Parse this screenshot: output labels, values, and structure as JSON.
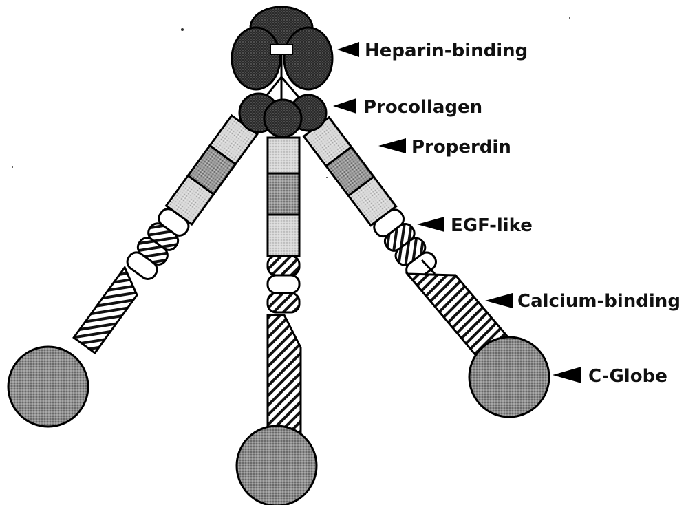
{
  "labels": {
    "heparin": "Heparin-binding",
    "procollagen": "Procollagen",
    "properdin": "Properdin",
    "egf": "EGF-like",
    "calcium": "Calcium-binding",
    "cglobe": "C-Globe"
  }
}
